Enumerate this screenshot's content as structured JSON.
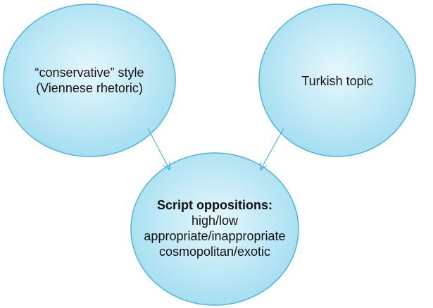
{
  "colors": {
    "ellipse_fill_center": "#e6f7fc",
    "ellipse_fill_edge": "#9fdcf0",
    "ellipse_stroke": "#4fb3d9",
    "arrow": "#4fb3d9"
  },
  "nodes": {
    "style": {
      "line1": "“conservative” style",
      "line2": "(Viennese rhetoric)"
    },
    "topic": {
      "line1": "Turkish topic"
    },
    "oppositions": {
      "heading": "Script oppositions:",
      "items": [
        "high/low",
        "appropriate/inappropriate",
        "cosmopolitan/exotic"
      ]
    }
  }
}
